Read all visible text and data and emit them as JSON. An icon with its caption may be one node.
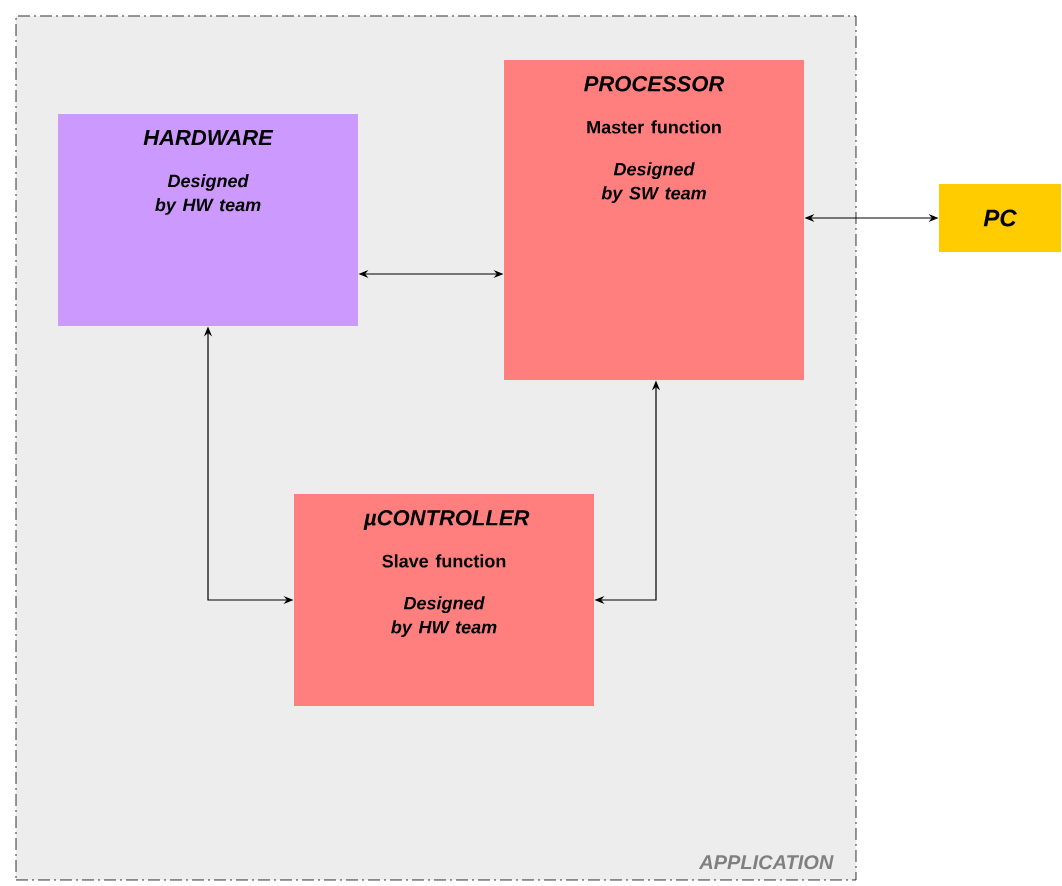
{
  "diagram": {
    "nodes": [
      {
        "text": [
          "APPLICATION"
        ]
      },
      {
        "text": [
          "HARDWARE",
          "Designed by HW team"
        ],
        "in": 0
      },
      {
        "text": [
          "PROCESSOR",
          "Master function",
          "Designed by SW team"
        ],
        "in": 0
      },
      {
        "text": [
          "µCONTROLLER",
          "Slave function",
          "Designed by HW team"
        ],
        "in": 0
      },
      {
        "text": [
          "PC"
        ]
      }
    ],
    "edges": [
      {
        "from": 1,
        "to": 2,
        "arrow": "both"
      },
      {
        "from": 2,
        "to": 4,
        "arrow": "both"
      },
      {
        "from": 1,
        "to": 3,
        "arrow": "both"
      },
      {
        "from": 2,
        "to": 3,
        "arrow": "both"
      }
    ]
  }
}
